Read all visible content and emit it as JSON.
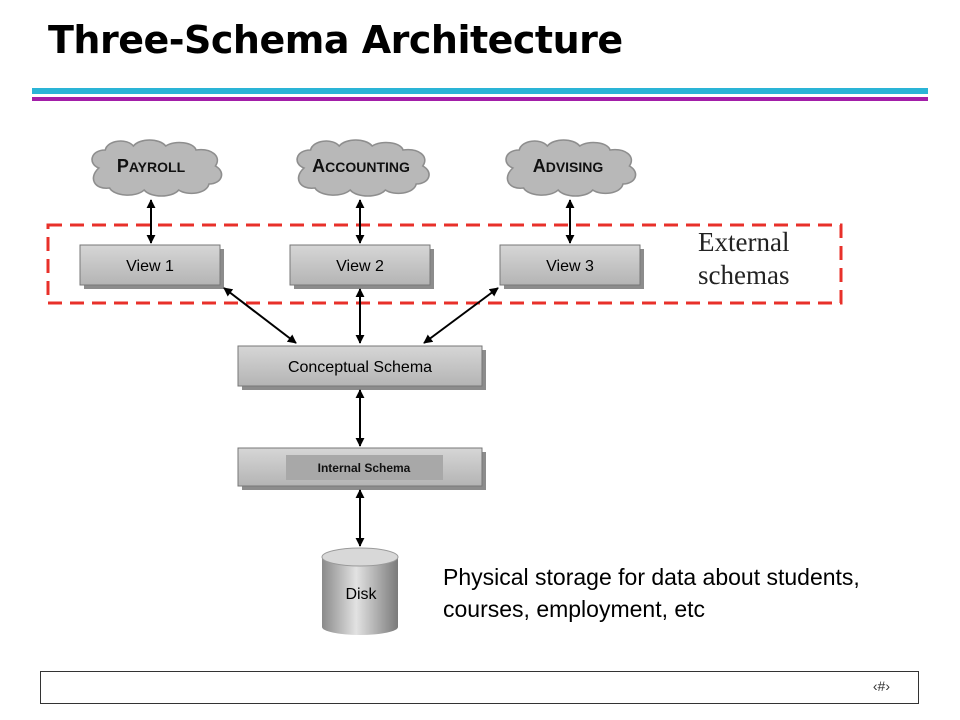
{
  "slide": {
    "title": "Three-Schema Architecture",
    "page_number": "‹#›"
  },
  "diagram": {
    "users": [
      {
        "initial": "P",
        "rest": "AYROLL"
      },
      {
        "initial": "A",
        "rest": "CCOUNTING"
      },
      {
        "initial": "A",
        "rest": "DVISING"
      }
    ],
    "views": [
      "View 1",
      "View 2",
      "View 3"
    ],
    "external_label_line1": "External",
    "external_label_line2": "schemas",
    "conceptual_schema": "Conceptual Schema",
    "internal_schema": "Internal Schema",
    "disk": "Disk",
    "storage_note": "Physical storage for data about students, courses, employment, etc"
  },
  "colors": {
    "accent_cyan": "#2ab4d6",
    "accent_magenta": "#a31ea8",
    "dashed_border": "#e8302a",
    "box_fill": "#c8c8c8",
    "cloud_fill": "#b8b8b8"
  }
}
